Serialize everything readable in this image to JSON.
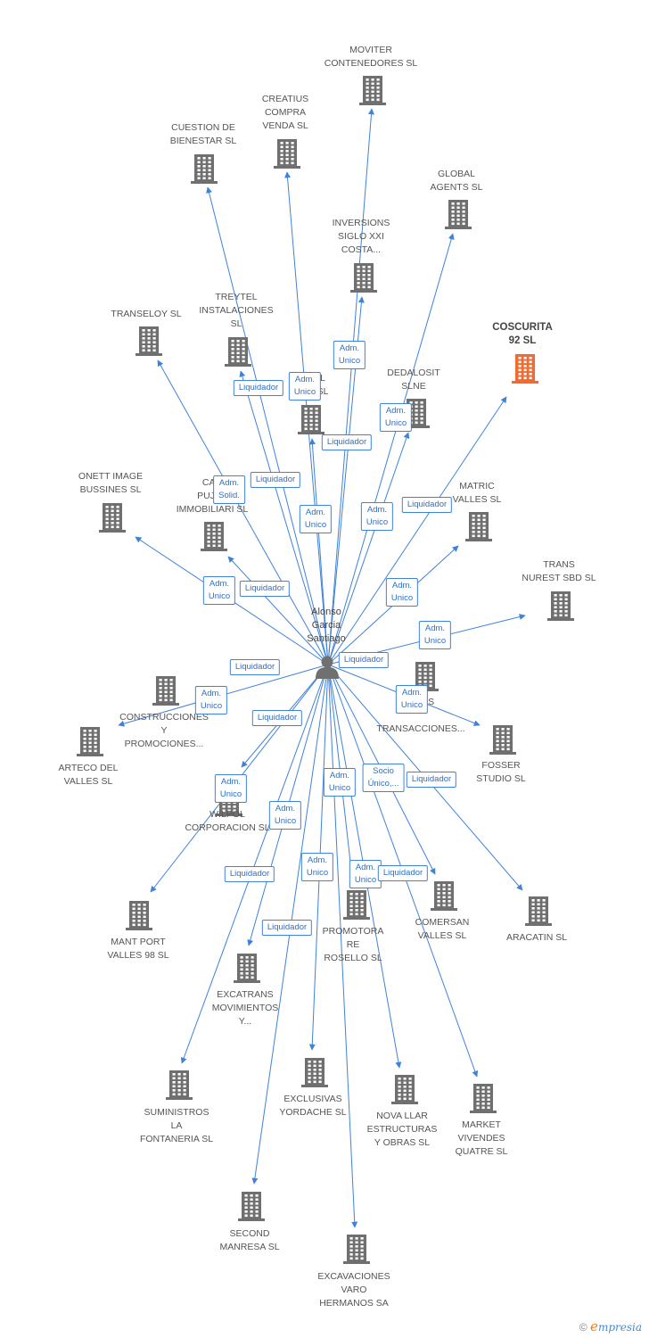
{
  "colors": {
    "edge": "#3f82d9",
    "building": "#6f6f6f",
    "building_highlight": "#f26a2e",
    "person": "#707070",
    "label": "#555555"
  },
  "person": {
    "name": "Alonso\nGarcia\nSantiago",
    "icon": "person-icon"
  },
  "companies": [
    {
      "id": "moviter",
      "name": "MOVITER\nCONTENEDORES SL"
    },
    {
      "id": "creatius",
      "name": "CREATIUS\nCOMPRA\nVENDA SL"
    },
    {
      "id": "cuestion",
      "name": "CUESTION DE\nBIENESTAR SL"
    },
    {
      "id": "global",
      "name": "GLOBAL\nAGENTS SL"
    },
    {
      "id": "inversions",
      "name": "INVERSIONS\nSIGLO XXI\nCOSTA..."
    },
    {
      "id": "coscurita",
      "name": "COSCURITA\n92 SL",
      "highlight": true
    },
    {
      "id": "transeloy",
      "name": "TRANSELOY SL"
    },
    {
      "id": "treytel",
      "name": "TREYTEL\nINSTALACIONES\nSL"
    },
    {
      "id": "dedalosit",
      "name": "DEDALOSIT\nSLNE"
    },
    {
      "id": "l_sl",
      "name": "L\nSL"
    },
    {
      "id": "onett",
      "name": "ONETT IMAGE\nBUSSINES  SL"
    },
    {
      "id": "can",
      "name": "CAN\nPUJOL\nIMMOBILIARI SL"
    },
    {
      "id": "matric",
      "name": "MATRIC\nVALLES SL"
    },
    {
      "id": "trans_nurest",
      "name": "TRANS\nNUREST SBD SL"
    },
    {
      "id": "transacciones",
      "name": "...NES\n\nTRANSACCIONES..."
    },
    {
      "id": "construcciones",
      "name": "CONSTRUCCIONES\nY\nPROMOCIONES..."
    },
    {
      "id": "arteco",
      "name": "ARTECO DEL\nVALLES SL"
    },
    {
      "id": "fosser",
      "name": "FOSSER\nSTUDIO SL"
    },
    {
      "id": "wilpol",
      "name": "WILPOL\nCORPORACION SL"
    },
    {
      "id": "mant_port",
      "name": "MANT PORT\nVALLES 98 SL"
    },
    {
      "id": "promotora",
      "name": "PROMOTORA\nRE\nROSELLO SL"
    },
    {
      "id": "comersan",
      "name": "COMERSAN\nVALLES  SL"
    },
    {
      "id": "aracatin",
      "name": "ARACATIN SL"
    },
    {
      "id": "excatrans",
      "name": "EXCATRANS\nMOVIMIENTOS\nY..."
    },
    {
      "id": "suministros",
      "name": "SUMINISTROS\nLA\nFONTANERIA  SL"
    },
    {
      "id": "exclusivas",
      "name": "EXCLUSIVAS\nYORDACHE  SL"
    },
    {
      "id": "nova_llar",
      "name": "NOVA LLAR\nESTRUCTURAS\nY OBRAS SL"
    },
    {
      "id": "market",
      "name": "MARKET\nVIVENDES\nQUATRE SL"
    },
    {
      "id": "second",
      "name": "SECOND\nMANRESA SL"
    },
    {
      "id": "excavaciones",
      "name": "EXCAVACIONES\nVARO\nHERMANOS SA"
    }
  ],
  "relations": [
    {
      "label": "Adm.\nUnico"
    },
    {
      "label": "Liquidador"
    },
    {
      "label": "Adm.\nUnico"
    },
    {
      "label": "Liquidador"
    },
    {
      "label": "Adm.\nUnico"
    },
    {
      "label": "Adm.\nSolid."
    },
    {
      "label": "Liquidador"
    },
    {
      "label": "Adm.\nUnico"
    },
    {
      "label": "Liquidador"
    },
    {
      "label": "Adm.\nUnico"
    },
    {
      "label": "Adm.\nUnico"
    },
    {
      "label": "Liquidador"
    },
    {
      "label": "Adm.\nUnico"
    },
    {
      "label": "Adm.\nUnico"
    },
    {
      "label": "Liquidador"
    },
    {
      "label": "Liquidador"
    },
    {
      "label": "Adm.\nUnico"
    },
    {
      "label": "Liquidador"
    },
    {
      "label": "Adm.\nUnico"
    },
    {
      "label": "Adm.\nUnico"
    },
    {
      "label": "Adm.\nUnico"
    },
    {
      "label": "Liquidador"
    },
    {
      "label": "Adm.\nUnico"
    },
    {
      "label": "Socio\nÚnico,..."
    },
    {
      "label": "Adm.\nUnico"
    },
    {
      "label": "Liquidador"
    },
    {
      "label": "Adm.\nUnico"
    },
    {
      "label": "Liquidador"
    },
    {
      "label": "Liquidador"
    }
  ],
  "footer": {
    "copyright": "©",
    "brand_initial": "e",
    "brand_rest": "mpresia"
  }
}
